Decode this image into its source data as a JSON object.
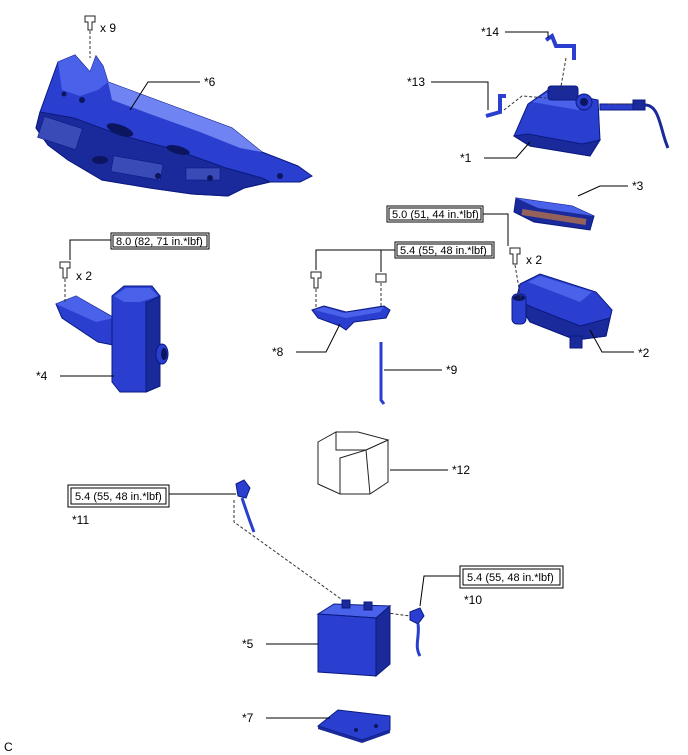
{
  "callouts": {
    "c1": "*1",
    "c2": "*2",
    "c3": "*3",
    "c4": "*4",
    "c5": "*5",
    "c6": "*6",
    "c7": "*7",
    "c8": "*8",
    "c9": "*9",
    "c10": "*10",
    "c11": "*11",
    "c12": "*12",
    "c13": "*13",
    "c14": "*14"
  },
  "quantities": {
    "clip_x9": "x 9",
    "bolt_x2_left": "x 2",
    "bolt_x2_right": "x 2"
  },
  "torque": {
    "t_air_cleaner_case": "5.0 (51, 44 in.*lbf)",
    "t_intake_inlet": "8.0 (82, 71 in.*lbf)",
    "t_battery_clamp": "5.4 (55, 48 in.*lbf)",
    "t_negative_terminal": "5.4 (55, 48 in.*lbf)",
    "t_positive_terminal": "5.4 (55, 48 in.*lbf)"
  },
  "corner_mark": "C",
  "colors": {
    "part_blue": "#2a3fd0",
    "part_blue_dark": "#1a2a9a",
    "part_blue_light": "#4a62ea",
    "outline": "#0a1a80"
  }
}
